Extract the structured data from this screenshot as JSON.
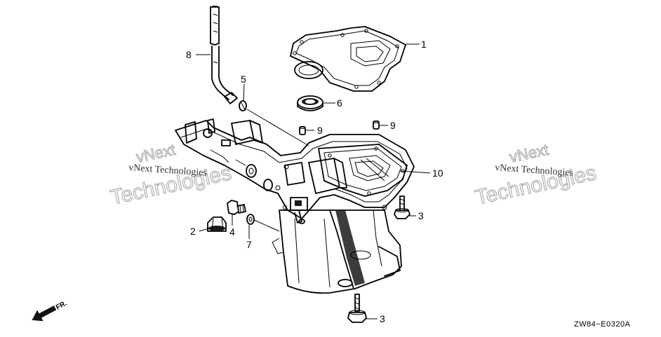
{
  "diagram": {
    "code": "ZW84−E0320A",
    "direction_label": "FR.",
    "watermarks": [
      {
        "line1": "vNext Technologies",
        "line2": "vNext",
        "line3": "Technologies"
      },
      {
        "line1": "vNext Technologies",
        "line2": "vNext",
        "line3": "Technologies"
      }
    ],
    "callouts": [
      "1",
      "2",
      "3",
      "3",
      "4",
      "5",
      "6",
      "7",
      "8",
      "9",
      "9",
      "10"
    ]
  }
}
